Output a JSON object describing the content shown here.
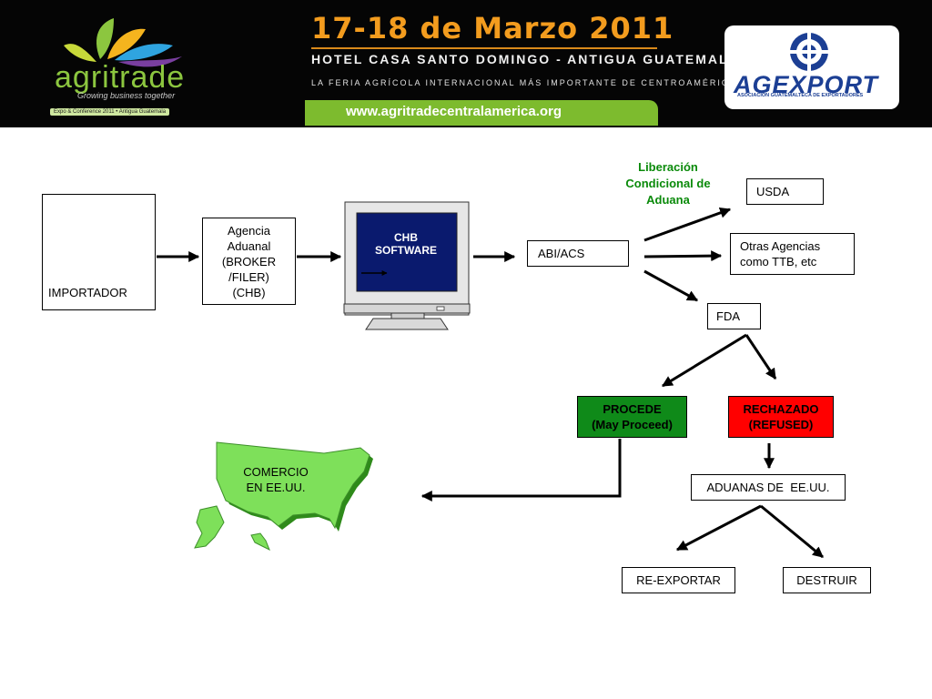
{
  "banner": {
    "left_logo": {
      "word": "agritrade",
      "tagline": "Growing business together",
      "expo": "Expo & Conference 2011 • Antigua Guatemala"
    },
    "date": "17-18 de Marzo 2011",
    "hotel": "HOTEL CASA SANTO DOMINGO - ANTIGUA GUATEMALA",
    "tagline": "LA FERIA AGRÍCOLA INTERNACIONAL MÁS IMPORTANTE DE CENTROAMÉRICA",
    "url": "www.agritradecentralamerica.org",
    "right_logo": {
      "word": "AGEXPORT",
      "sub": "ASOCIACION GUATEMALTECA DE EXPORTADORES"
    }
  },
  "nodes": {
    "importador": "IMPORTADOR",
    "agencia": [
      "Agencia",
      "Aduanal",
      "(BROKER",
      "/FILER)",
      "(CHB)"
    ],
    "chb": [
      "CHB",
      "SOFTWARE"
    ],
    "abi": "ABI/ACS",
    "liberacion": [
      "Liberación",
      "Condicional de",
      "Aduana"
    ],
    "usda": "USDA",
    "otras": [
      "Otras Agencias",
      "como TTB, etc"
    ],
    "fda": "FDA",
    "procede": [
      "PROCEDE",
      "(May Proceed)"
    ],
    "rechazado": [
      "RECHAZADO",
      "(REFUSED)"
    ],
    "aduanas": "ADUANAS DE  EE.UU.",
    "reexportar": "RE-EXPORTAR",
    "destruir": "DESTRUIR",
    "comercio": [
      "COMERCIO",
      "EN EE.UU."
    ]
  },
  "colors": {
    "procede_fill": "#0f8a19",
    "rechazado_fill": "#ff0000",
    "liberacion_text": "#0a8a0a",
    "map_green": "#7ee05a",
    "date_orange": "#f39c1e",
    "url_green": "#7dbb2e",
    "agexport_blue": "#1c3f94"
  }
}
